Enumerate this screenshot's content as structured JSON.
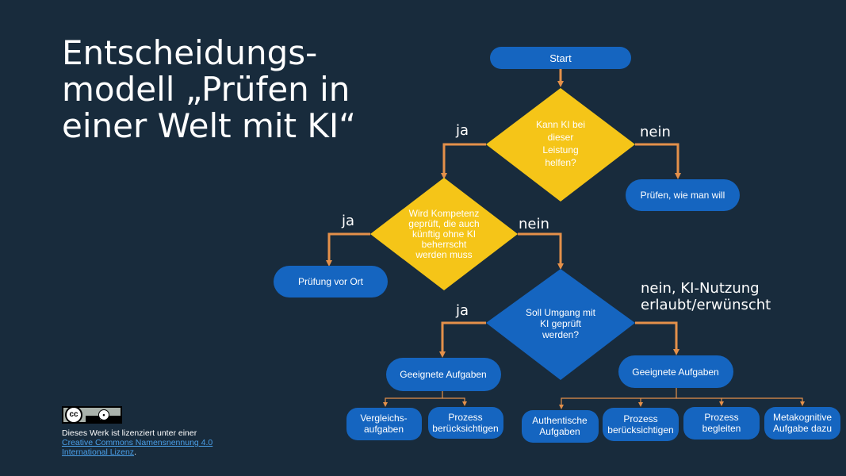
{
  "title_lines": [
    "Entscheidungs-",
    "modell „Prüfen in",
    "einer Welt mit KI“"
  ],
  "nodes": {
    "start": "Start",
    "q1": [
      "Kann KI bei",
      "dieser",
      "Leistung",
      "helfen?"
    ],
    "q1_no_result": "Prüfen, wie man will",
    "q2": [
      "Wird Kompetenz",
      "geprüft, die auch",
      "künftig ohne KI",
      "beherrscht",
      "werden muss"
    ],
    "q2_yes_result": "Prüfung vor Ort",
    "q3": [
      "Soll Umgang mit",
      "KI geprüft",
      "werden?"
    ],
    "left_tasks": "Geeignete Aufgaben",
    "right_tasks": "Geeignete Aufgaben",
    "left_leaves": [
      [
        "Vergleichs-",
        "aufgaben"
      ],
      [
        "Prozess",
        "berücksichtigen"
      ]
    ],
    "right_leaves": [
      [
        "Authentische",
        "Aufgaben"
      ],
      [
        "Prozess",
        "berücksichtigen"
      ],
      [
        "Prozess",
        "begleiten"
      ],
      [
        "Metakognitive",
        "Aufgabe dazu"
      ]
    ]
  },
  "labels": {
    "q1_yes": "ja",
    "q1_no": "nein",
    "q2_yes": "ja",
    "q2_no": "nein",
    "q3_yes": "ja",
    "q3_no": [
      "nein, KI-Nutzung",
      "erlaubt/erwünscht"
    ]
  },
  "license": {
    "badge_top": "cc",
    "badge_by": "BY",
    "text": "Dieses Werk ist lizenziert unter einer",
    "link_line1": "Creative Commons Namensnennung 4.0",
    "link_line2": "International Lizenz",
    "suffix": "."
  },
  "colors": {
    "background": "#182b3c",
    "terminal_blue": "#1565c0",
    "decision_yellow": "#f5c518",
    "decision_blue": "#1565c0",
    "arrow_orange": "#e4904a",
    "link_blue": "#4a9fe8"
  }
}
